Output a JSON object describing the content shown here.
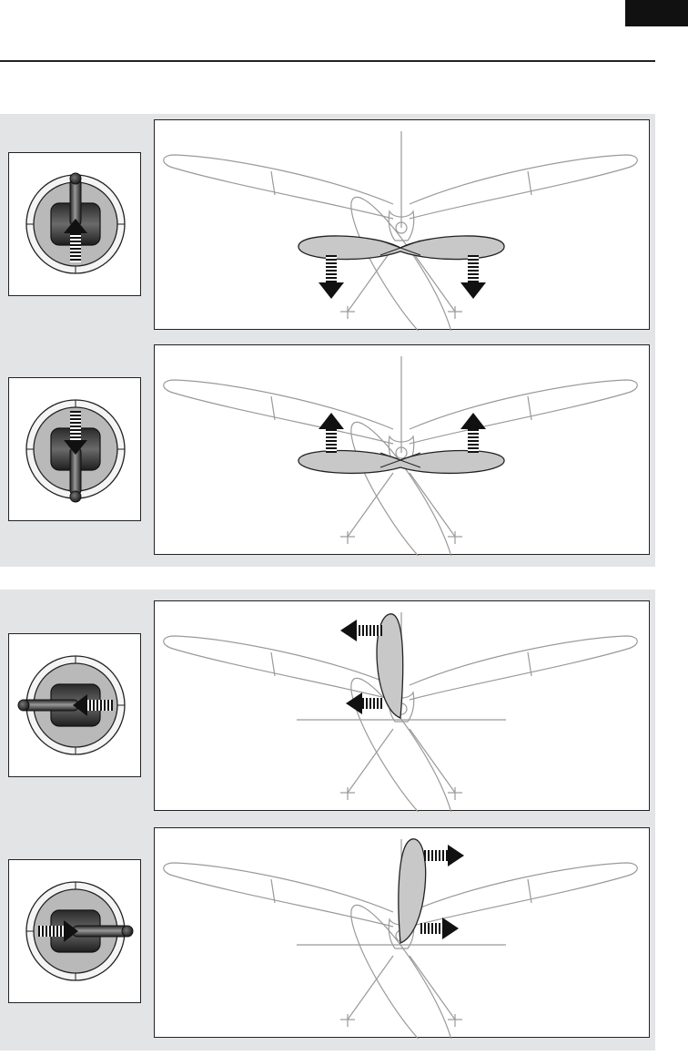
{
  "page": {
    "header_tab_text": "",
    "sections": [
      {
        "id": "elevator",
        "panels": [
          {
            "stick": "stick-forward",
            "surface": "elevator-down"
          },
          {
            "stick": "stick-back",
            "surface": "elevator-up"
          }
        ]
      },
      {
        "id": "rudder",
        "panels": [
          {
            "stick": "stick-left",
            "surface": "rudder-left"
          },
          {
            "stick": "stick-right",
            "surface": "rudder-right"
          }
        ]
      }
    ]
  },
  "colors": {
    "outline": "#222222",
    "model_line": "#9a9a9a",
    "surface_fill": "#c8c8c8",
    "section_bg": "#e3e4e5",
    "arrow": "#111111"
  }
}
